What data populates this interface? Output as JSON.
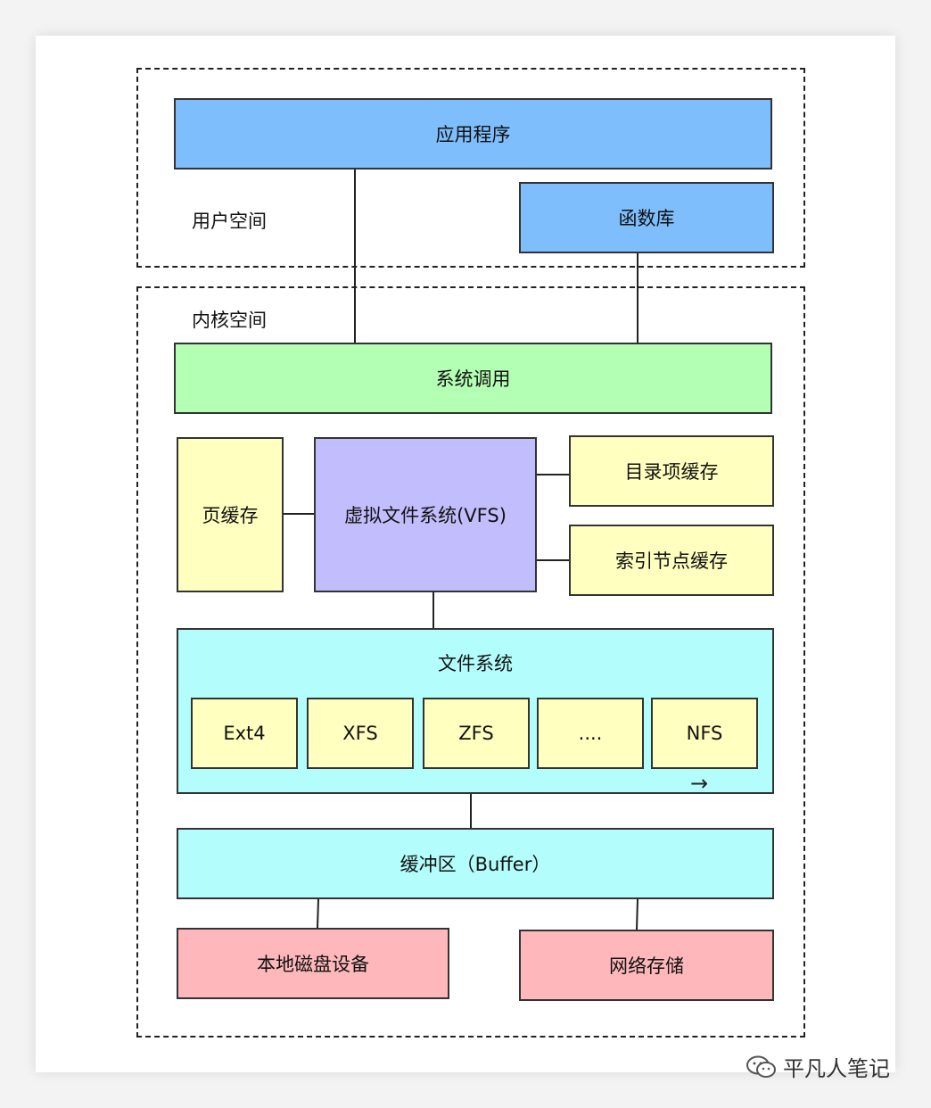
{
  "colors": {
    "app": "#7fbefc",
    "lib": "#7fbefc",
    "syscall": "#b3ffb3",
    "cache": "#ffffbf",
    "vfs": "#c2bdfc",
    "filesystem": "#b3fdfd",
    "fs_item": "#ffffbf",
    "buffer": "#b3fdfd",
    "storage": "#feb8bb"
  },
  "regions": {
    "user_space": {
      "label": "用户空间"
    },
    "kernel_space": {
      "label": "内核空间"
    }
  },
  "nodes": {
    "application": "应用程序",
    "library": "函数库",
    "syscall": "系统调用",
    "page_cache": "页缓存",
    "vfs": "虚拟文件系统(VFS)",
    "dentry_cache": "目录项缓存",
    "inode_cache": "索引节点缓存",
    "filesystem": "文件系统",
    "buffer": "缓冲区（Buffer）",
    "local_disk": "本地磁盘设备",
    "network_storage": "网络存储"
  },
  "filesystems": [
    "Ext4",
    "XFS",
    "ZFS",
    "....",
    "NFS"
  ],
  "arrow_glyph": "→",
  "watermark": {
    "icon": "wechat-icon",
    "text": "平凡人笔记"
  }
}
